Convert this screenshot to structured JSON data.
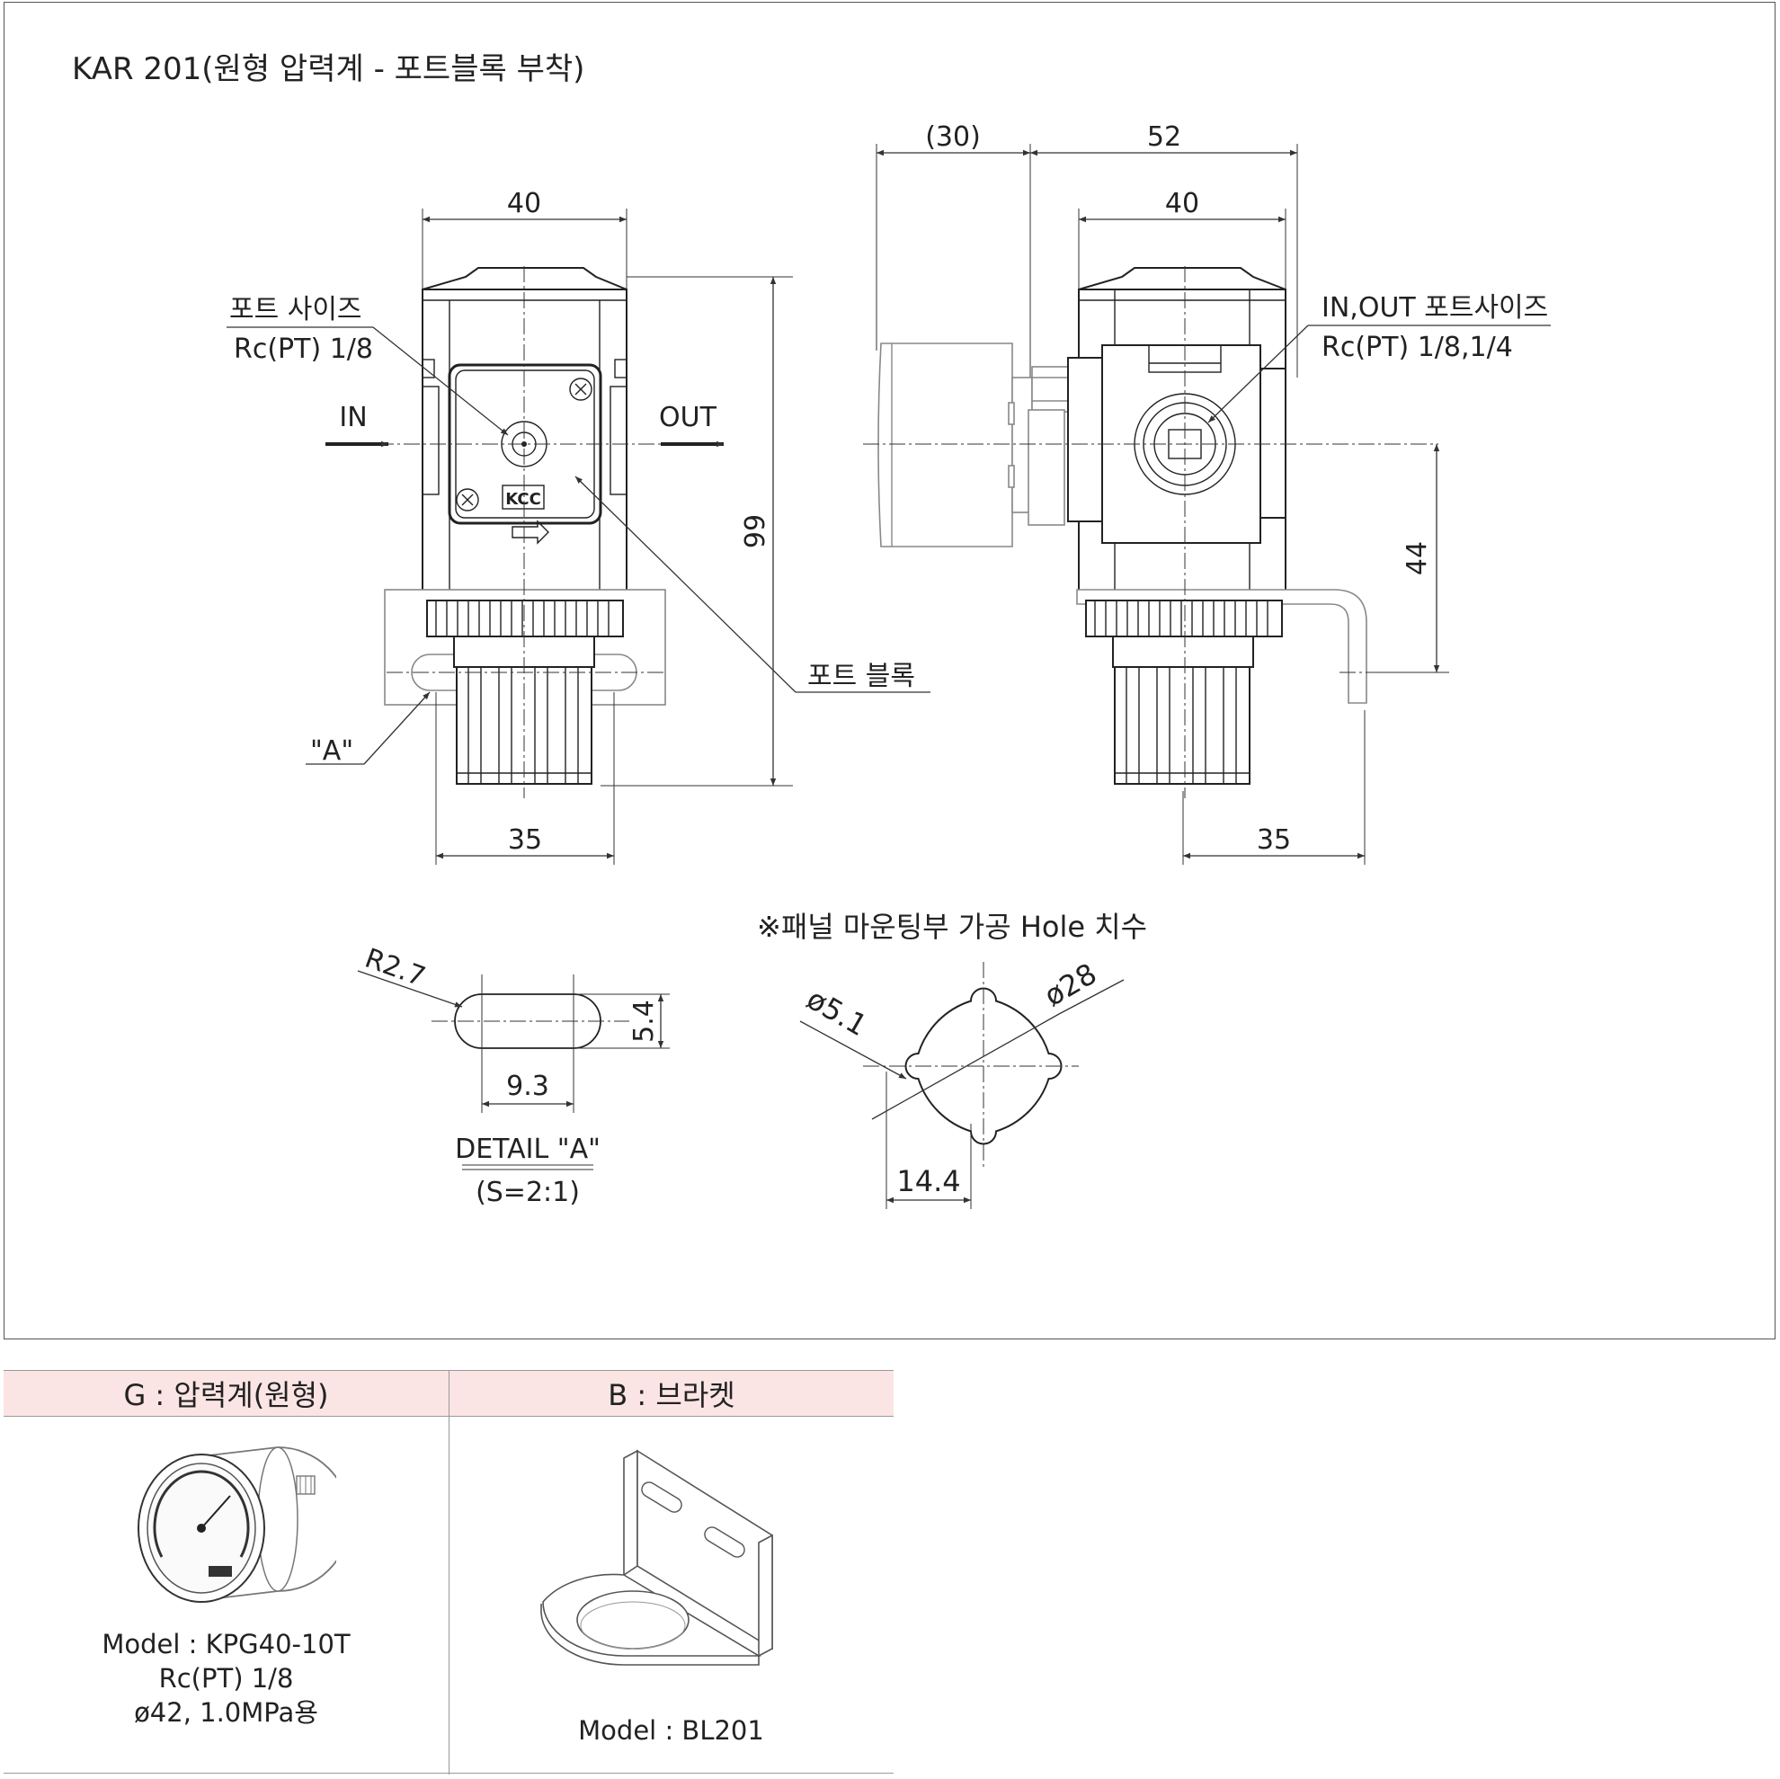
{
  "title": "KAR 201(원형 압력계 - 포트블록 부착)",
  "front_view": {
    "dim_width_top": "40",
    "dim_height": "99",
    "dim_bracket_width": "35",
    "port_size_label": "포트 사이즈",
    "port_size_value": "Rc(PT) 1/8",
    "in_label": "IN",
    "out_label": "OUT",
    "port_block_label": "포트 블록",
    "detail_ref": "\"A\"",
    "badge_text": "KCC"
  },
  "side_view": {
    "dim_gauge_offset": "(30)",
    "dim_depth": "52",
    "dim_width_top": "40",
    "dim_bracket_height": "44",
    "dim_bracket_width": "35",
    "port_label": "IN,OUT 포트사이즈",
    "port_value": "Rc(PT) 1/8,1/4"
  },
  "detail_a": {
    "radius": "R2.7",
    "height": "5.4",
    "length": "9.3",
    "title": "DETAIL \"A\"",
    "scale": "(S=2:1)"
  },
  "panel_hole": {
    "title": "※패널 마운팅부 가공 Hole 치수",
    "small_dia": "ø5.1",
    "large_dia": "ø28",
    "offset": "14.4"
  },
  "options": {
    "gauge": {
      "header": "G : 압력계(원형)",
      "model": "Model : KPG40-10T",
      "port": "Rc(PT) 1/8",
      "spec": "ø42, 1.0MPa용"
    },
    "bracket": {
      "header": "B : 브라켓",
      "model": "Model : BL201"
    }
  }
}
